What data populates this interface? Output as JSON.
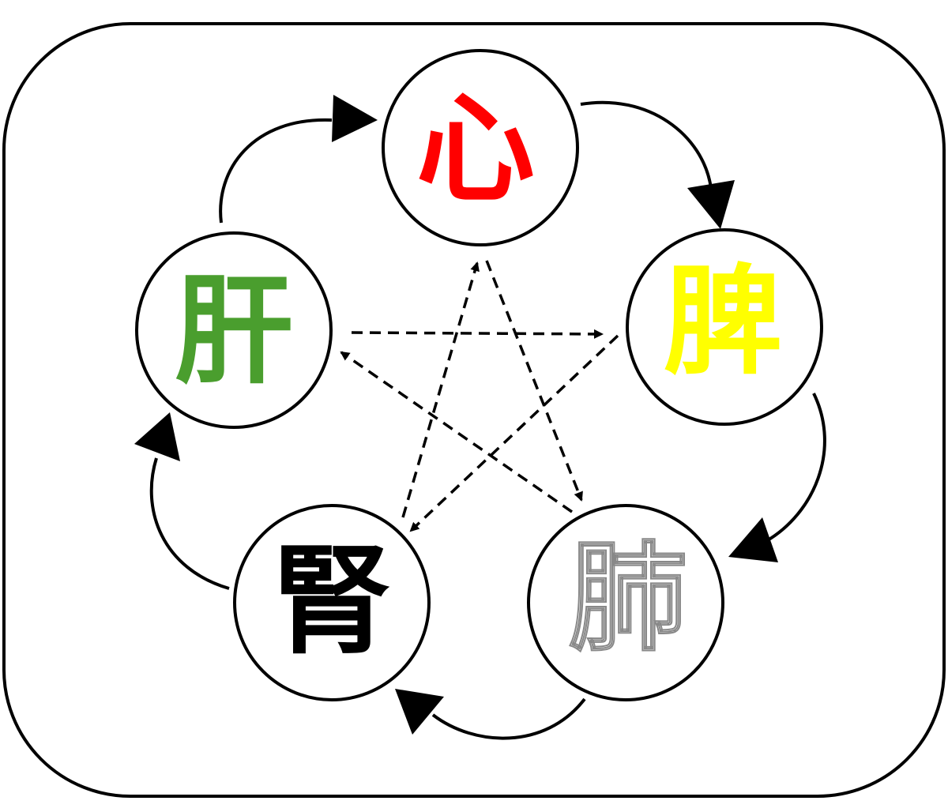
{
  "organs": {
    "heart": {
      "label": "心",
      "color": "#FF0000"
    },
    "spleen": {
      "label": "脾",
      "color": "#FFFF00"
    },
    "lung": {
      "label": "肺",
      "color": "#FFFFFF"
    },
    "kidney": {
      "label": "腎",
      "color": "#000000"
    },
    "liver": {
      "label": "肝",
      "color": "#4A9E2E"
    }
  }
}
